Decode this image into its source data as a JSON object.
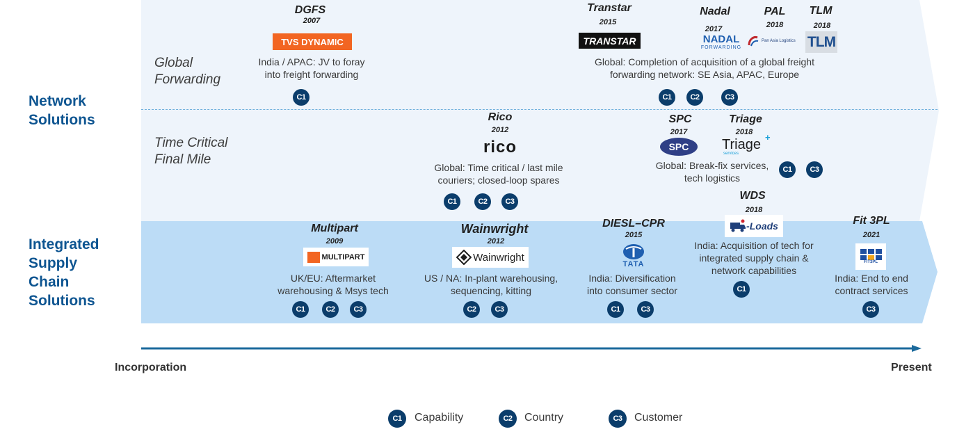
{
  "sections": {
    "network": "Network\nSolutions",
    "integrated": "Integrated\nSupply\nChain\nSolutions"
  },
  "rows": {
    "global_forwarding": "Global\nForwarding",
    "time_critical": "Time Critical\nFinal Mile"
  },
  "companies": {
    "dgfs": {
      "name": "DGFS",
      "year": "2007",
      "logo": "TVS DYNAMIC",
      "desc": "India  / APAC: JV to foray\ninto freight forwarding"
    },
    "transtar": {
      "name": "Transtar",
      "year": "2015",
      "logo": "TRANSTAR"
    },
    "nadal": {
      "name": "Nadal",
      "year": "2017",
      "logo": "NADAL",
      "logo_sub": "FORWARDING"
    },
    "pal": {
      "name": "PAL",
      "year": "2018",
      "logo": "Pan Asia Logistics"
    },
    "tlm": {
      "name": "TLM",
      "year": "2018",
      "logo": "TLM"
    },
    "global_network": {
      "desc": "Global: Completion of acquisition of a global freight\nforwarding  network: SE Asia, APAC, Europe"
    },
    "rico": {
      "name": "Rico",
      "year": "2012",
      "logo": "rico",
      "desc": "Global: Time critical / last mile\ncouriers; closed-loop spares"
    },
    "spc": {
      "name": "SPC",
      "year": "2017",
      "logo": "SPC"
    },
    "triage": {
      "name": "Triage",
      "year": "2018",
      "logo": "Triage",
      "logo_sub": "services",
      "desc": "Global: Break-fix services,\ntech logistics"
    },
    "wds": {
      "name": "WDS",
      "year": "2018",
      "logo": "-Loads",
      "desc": "India: Acquisition of tech for\nintegrated supply chain &\nnetwork capabilities"
    },
    "multipart": {
      "name": "Multipart",
      "year": "2009",
      "logo": "MULTIPART",
      "desc": "UK/EU: Aftermarket\nwarehousing & Msys tech"
    },
    "wainwright": {
      "name": "Wainwright",
      "year": "2012",
      "logo": "Wainwright",
      "desc": "US / NA: In-plant warehousing,\nsequencing, kitting"
    },
    "diesl": {
      "name": "DIESL–CPR",
      "year": "2015",
      "logo": "TATA",
      "desc": "India: Diversification\ninto consumer sector"
    },
    "fit3pl": {
      "name": "Fit 3PL",
      "year": "2021",
      "logo": "FIT3PL",
      "desc": "India: End to end\ncontract services"
    }
  },
  "badges": {
    "c1": "C1",
    "c2": "C2",
    "c3": "C3"
  },
  "axis": {
    "start": "Incorporation",
    "end": "Present"
  },
  "legend": {
    "c1": "Capability",
    "c2": "Country",
    "c3": "Customer"
  },
  "colors": {
    "navy": "#0b3d6b",
    "section_blue": "#0e5591",
    "band_light": "#eef4fb",
    "band_dark": "#bcdcf6",
    "axis": "#1b6a9c",
    "tvs_orange": "#f26522"
  }
}
